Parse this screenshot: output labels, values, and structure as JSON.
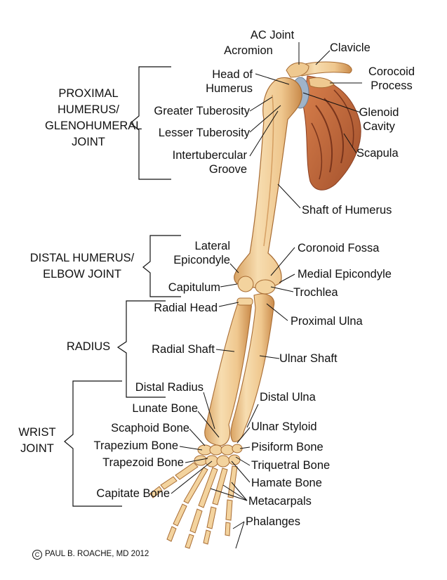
{
  "diagram": {
    "groups": {
      "proximal": "PROXIMAL\nHUMERUS/\nGLENOHUMERAL\nJOINT",
      "distal_humerus": "DISTAL HUMERUS/\nELBOW JOINT",
      "radius": "RADIUS",
      "wrist": "WRIST\nJOINT"
    },
    "labels": {
      "ac_joint": "AC Joint",
      "acromion": "Acromion",
      "clavicle": "Clavicle",
      "corocoid_process": "Corocoid\nProcess",
      "head_of_humerus": "Head of\nHumerus",
      "greater_tuberosity": "Greater Tuberosity",
      "lesser_tuberosity": "Lesser Tuberosity",
      "intertubercular_groove": "Intertubercular\nGroove",
      "glenoid_cavity": "Glenoid\nCavity",
      "scapula": "Scapula",
      "shaft_of_humerus": "Shaft of Humerus",
      "lateral_epicondyle": "Lateral\nEpicondyle",
      "coronoid_fossa": "Coronoid Fossa",
      "medial_epicondyle": "Medial Epicondyle",
      "capitulum": "Capitulum",
      "trochlea": "Trochlea",
      "radial_head": "Radial Head",
      "proximal_ulna": "Proximal Ulna",
      "radial_shaft": "Radial Shaft",
      "ulnar_shaft": "Ulnar Shaft",
      "distal_radius": "Distal Radius",
      "distal_ulna": "Distal Ulna",
      "lunate_bone": "Lunate Bone",
      "scaphoid_bone": "Scaphoid Bone",
      "ulnar_styloid": "Ulnar Styloid",
      "trapezium_bone": "Trapezium Bone",
      "pisiform_bone": "Pisiform Bone",
      "trapezoid_bone": "Trapezoid Bone",
      "triquetral_bone": "Triquetral Bone",
      "hamate_bone": "Hamate Bone",
      "capitate_bone": "Capitate Bone",
      "metacarpals": "Metacarpals",
      "phalanges": "Phalanges"
    },
    "copyright": {
      "symbol": "C",
      "text": "PAUL B. ROACHE, MD 2012"
    },
    "colors": {
      "bone_light": "#f6d9a8",
      "bone_mid": "#e8b877",
      "bone_dark": "#c98a4a",
      "muscle": "#c96a3c",
      "muscle_dark": "#9c4a2a",
      "cartilage": "#9fb3c9",
      "line": "#111111"
    }
  }
}
